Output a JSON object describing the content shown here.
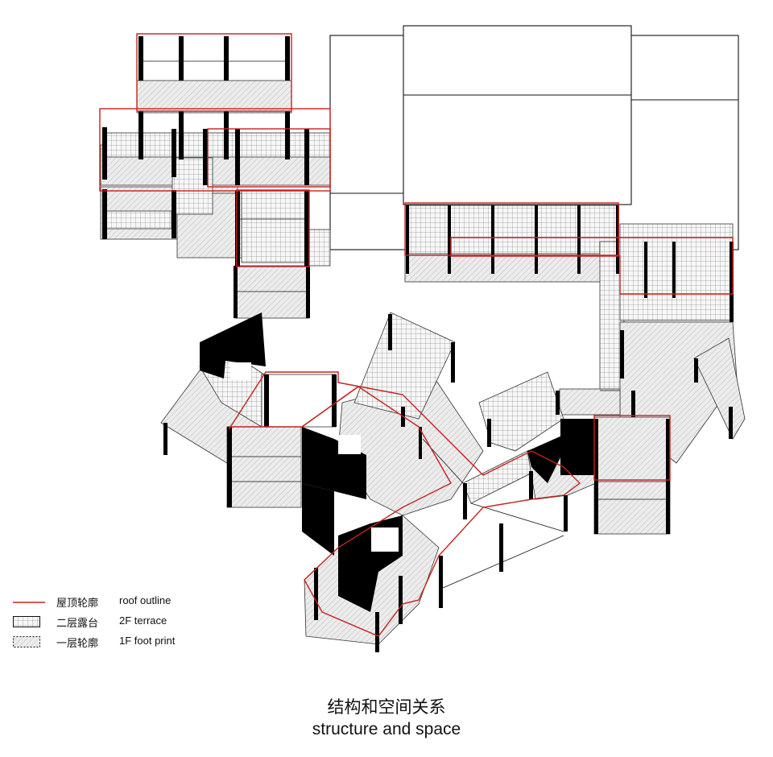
{
  "legend": {
    "items": [
      {
        "label_cn": "屋顶轮廓",
        "label_en": "roof outline",
        "swatch": "red-line"
      },
      {
        "label_cn": "二层露台",
        "label_en": "2F terrace",
        "swatch": "grid"
      },
      {
        "label_cn": "一层轮廓",
        "label_en": "1F foot print",
        "swatch": "hatch"
      }
    ]
  },
  "caption": {
    "title_cn": "结构和空间关系",
    "title_en": "structure and space"
  },
  "colors": {
    "roof_outline": "#c8201e",
    "structure": "#000000",
    "terrace_fill": "#f3f3f3",
    "footprint_fill": "#e6e6e6"
  }
}
